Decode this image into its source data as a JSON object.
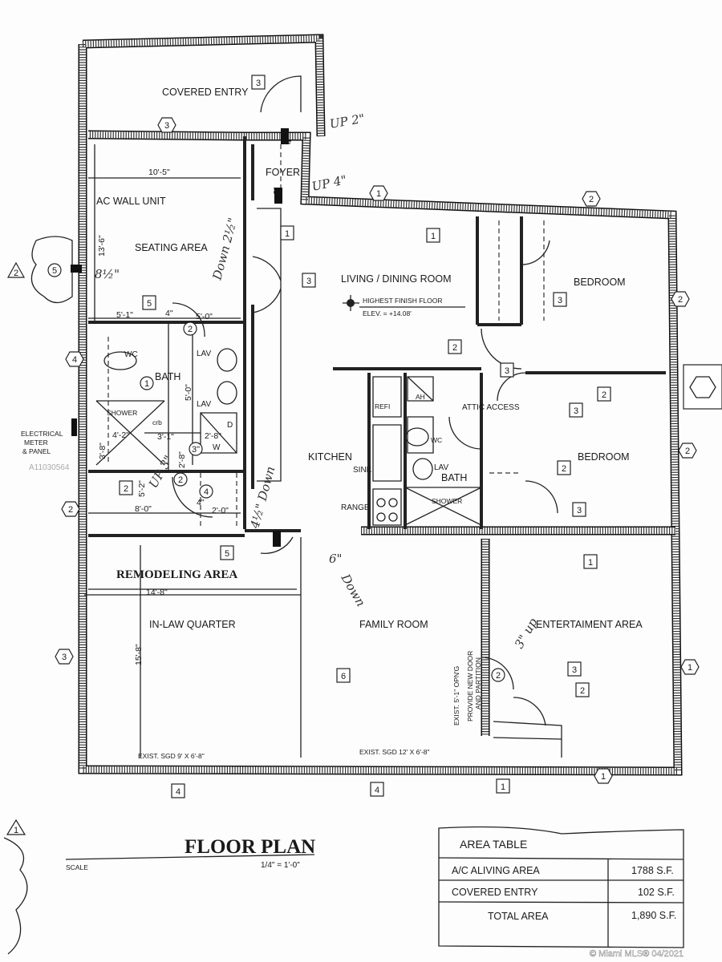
{
  "rooms": {
    "covered_entry": "COVERED ENTRY",
    "foyer": "FOYER",
    "ac_wall_unit": "AC WALL UNIT",
    "seating_area": "SEATING AREA",
    "living_dining": "LIVING / DINING ROOM",
    "highest_finish_floor": "HIGHEST FINISH FLOOR",
    "elevation": "ELEV. = +14.08'",
    "bedroom_1": "BEDROOM",
    "bedroom_2": "BEDROOM",
    "kitchen": "KITCHEN",
    "bath_1": "BATH",
    "bath_2": "BATH",
    "attic_access": "ATTIC ACCESS",
    "remodeling_area": "REMODELING AREA",
    "in_law_quarter": "IN-LAW QUARTER",
    "family_room": "FAMILY ROOM",
    "entertainment_area": "ENTERTAIMENT AREA"
  },
  "fixtures": {
    "wc": "WC",
    "lav": "LAV",
    "shower": "SHOWER",
    "refi": "REFI",
    "ah": "AH",
    "sink": "SINK",
    "range": "RANGE",
    "dryer": "D",
    "washer": "W",
    "curb": "crb"
  },
  "electrical": [
    "ELECTRICAL",
    "METER",
    "& PANEL"
  ],
  "notes": {
    "sgd_1": "EXIST. SGD 9' X 6'-8\"",
    "sgd_2": "EXIST. SGD 12' X 6'-8\"",
    "opening": "EXIST. 5'-1\" OPN'G",
    "provide_1": "PROVIDE NEW DOOR",
    "provide_2": "AND PARTITION"
  },
  "dimensions": {
    "d10_5": "10'-5\"",
    "d13_6": "13'-6\"",
    "d5_1": "5'-1\"",
    "d4a": "4\"",
    "d5_0a": "5'-0\"",
    "d5_0b": "5'-0\"",
    "d3_8": "3'-8\"",
    "d4_2": "4'-2\"",
    "d3_1": "3'-1\"",
    "d2_8a": "2'-8\"",
    "d2_8b": "2'-8\"",
    "d5_2": "5'-2\"",
    "d8_0": "8'-0\"",
    "d2_0": "2'-0\"",
    "d14_8": "14'-8\"",
    "d15_8": "15'-8\"",
    "d4b": "4\"",
    "d6": "6\"",
    "d6b": "6\"",
    "d4c": "4\"",
    "d3in": "3\""
  },
  "handwritten": {
    "up2": "UP 2\"",
    "up4": "UP 4\"",
    "down2": "Down 2½\"",
    "h8": "8½\"",
    "up3": "UP 3\"",
    "down4": "4½\" Down",
    "down6a": "6\"",
    "down6b": "Down",
    "up3b": "3\" up"
  },
  "callout_boxes": [
    "3",
    "1",
    "1",
    "3",
    "3",
    "5",
    "2",
    "3",
    "2",
    "3",
    "2",
    "2",
    "3",
    "5",
    "1",
    "6",
    "2",
    "3",
    "4",
    "4",
    "1"
  ],
  "hex_tags": [
    "3",
    "1",
    "2",
    "2",
    "4",
    "2",
    "2",
    "3",
    "1",
    "1"
  ],
  "circle_tags": [
    "5",
    "2",
    "1",
    "2",
    "4",
    "3\"",
    "2"
  ],
  "revision_tags": [
    "2",
    "1"
  ],
  "title": {
    "text": "FLOOR PLAN",
    "scale_label": "SCALE",
    "scale_value": "1/4\" = 1'-0\""
  },
  "area_table": {
    "title": "AREA TABLE",
    "rows": [
      {
        "label": "A/C ALIVING AREA",
        "value": "1788 S.F."
      },
      {
        "label": "COVERED ENTRY",
        "value": "102 S.F."
      },
      {
        "label": "TOTAL AREA",
        "value": "1,890 S.F."
      }
    ]
  },
  "watermark": {
    "listing_id": "A11030564",
    "footer": "© Miami MLS® 04/2021"
  }
}
